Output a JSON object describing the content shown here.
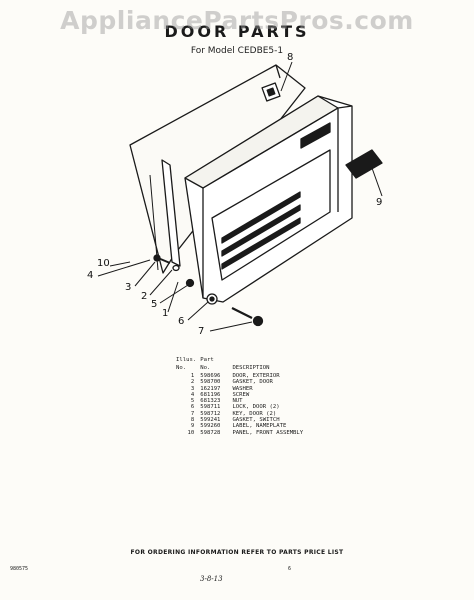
{
  "watermark": "AppliancePartsPros.com",
  "header": {
    "title": "DOOR PARTS",
    "model": "For Model CEDBE5-1"
  },
  "callouts": [
    "1",
    "2",
    "3",
    "4",
    "5",
    "6",
    "7",
    "8",
    "9",
    "10"
  ],
  "parts_table": {
    "headers": {
      "illus_top": "Illus.",
      "illus_no": "No.",
      "part_top": "Part",
      "part_no": "No.",
      "description": "DESCRIPTION"
    },
    "rows": [
      {
        "illus": "1",
        "part": "598696",
        "description": "DOOR, EXTERIOR"
      },
      {
        "illus": "2",
        "part": "598700",
        "description": "GASKET, DOOR"
      },
      {
        "illus": "3",
        "part": "162197",
        "description": "WASHER"
      },
      {
        "illus": "4",
        "part": "681196",
        "description": "SCREW"
      },
      {
        "illus": "5",
        "part": "681323",
        "description": "NUT"
      },
      {
        "illus": "6",
        "part": "598711",
        "description": "LOCK, DOOR (2)"
      },
      {
        "illus": "7",
        "part": "598712",
        "description": "KEY, DOOR (2)"
      },
      {
        "illus": "8",
        "part": "599241",
        "description": "GASKET, SWITCH"
      },
      {
        "illus": "9",
        "part": "599260",
        "description": "LABEL, NAMEPLATE"
      },
      {
        "illus": "10",
        "part": "598728",
        "description": "PANEL, FRONT ASSEMBLY"
      }
    ]
  },
  "footer": {
    "ordering": "FOR ORDERING INFORMATION REFER TO PARTS PRICE LIST",
    "doc_number": "980575",
    "page": "6",
    "date": "3-8-13"
  }
}
